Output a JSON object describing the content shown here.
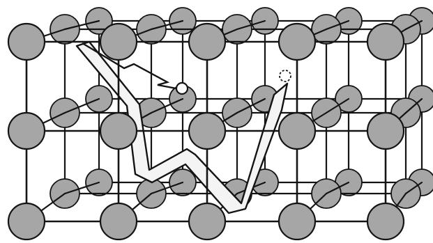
{
  "diagram": {
    "kind": "crystal-lattice",
    "layers": [
      "back",
      "middle",
      "front"
    ],
    "colors": {
      "background": "#ffffff",
      "atom_fill": "#a6a6a6",
      "atom_stroke": "#141414",
      "bond": "#141414",
      "path_fill": "#f4f4f4",
      "interstitial_fill": "#ffffff"
    },
    "elements": {
      "large_atom": "gray-sphere",
      "small_atom": "gray-sphere",
      "interstitial": "white-circle",
      "vacancy": "dashed-circle",
      "migration_path": "zigzag-arrow"
    }
  }
}
